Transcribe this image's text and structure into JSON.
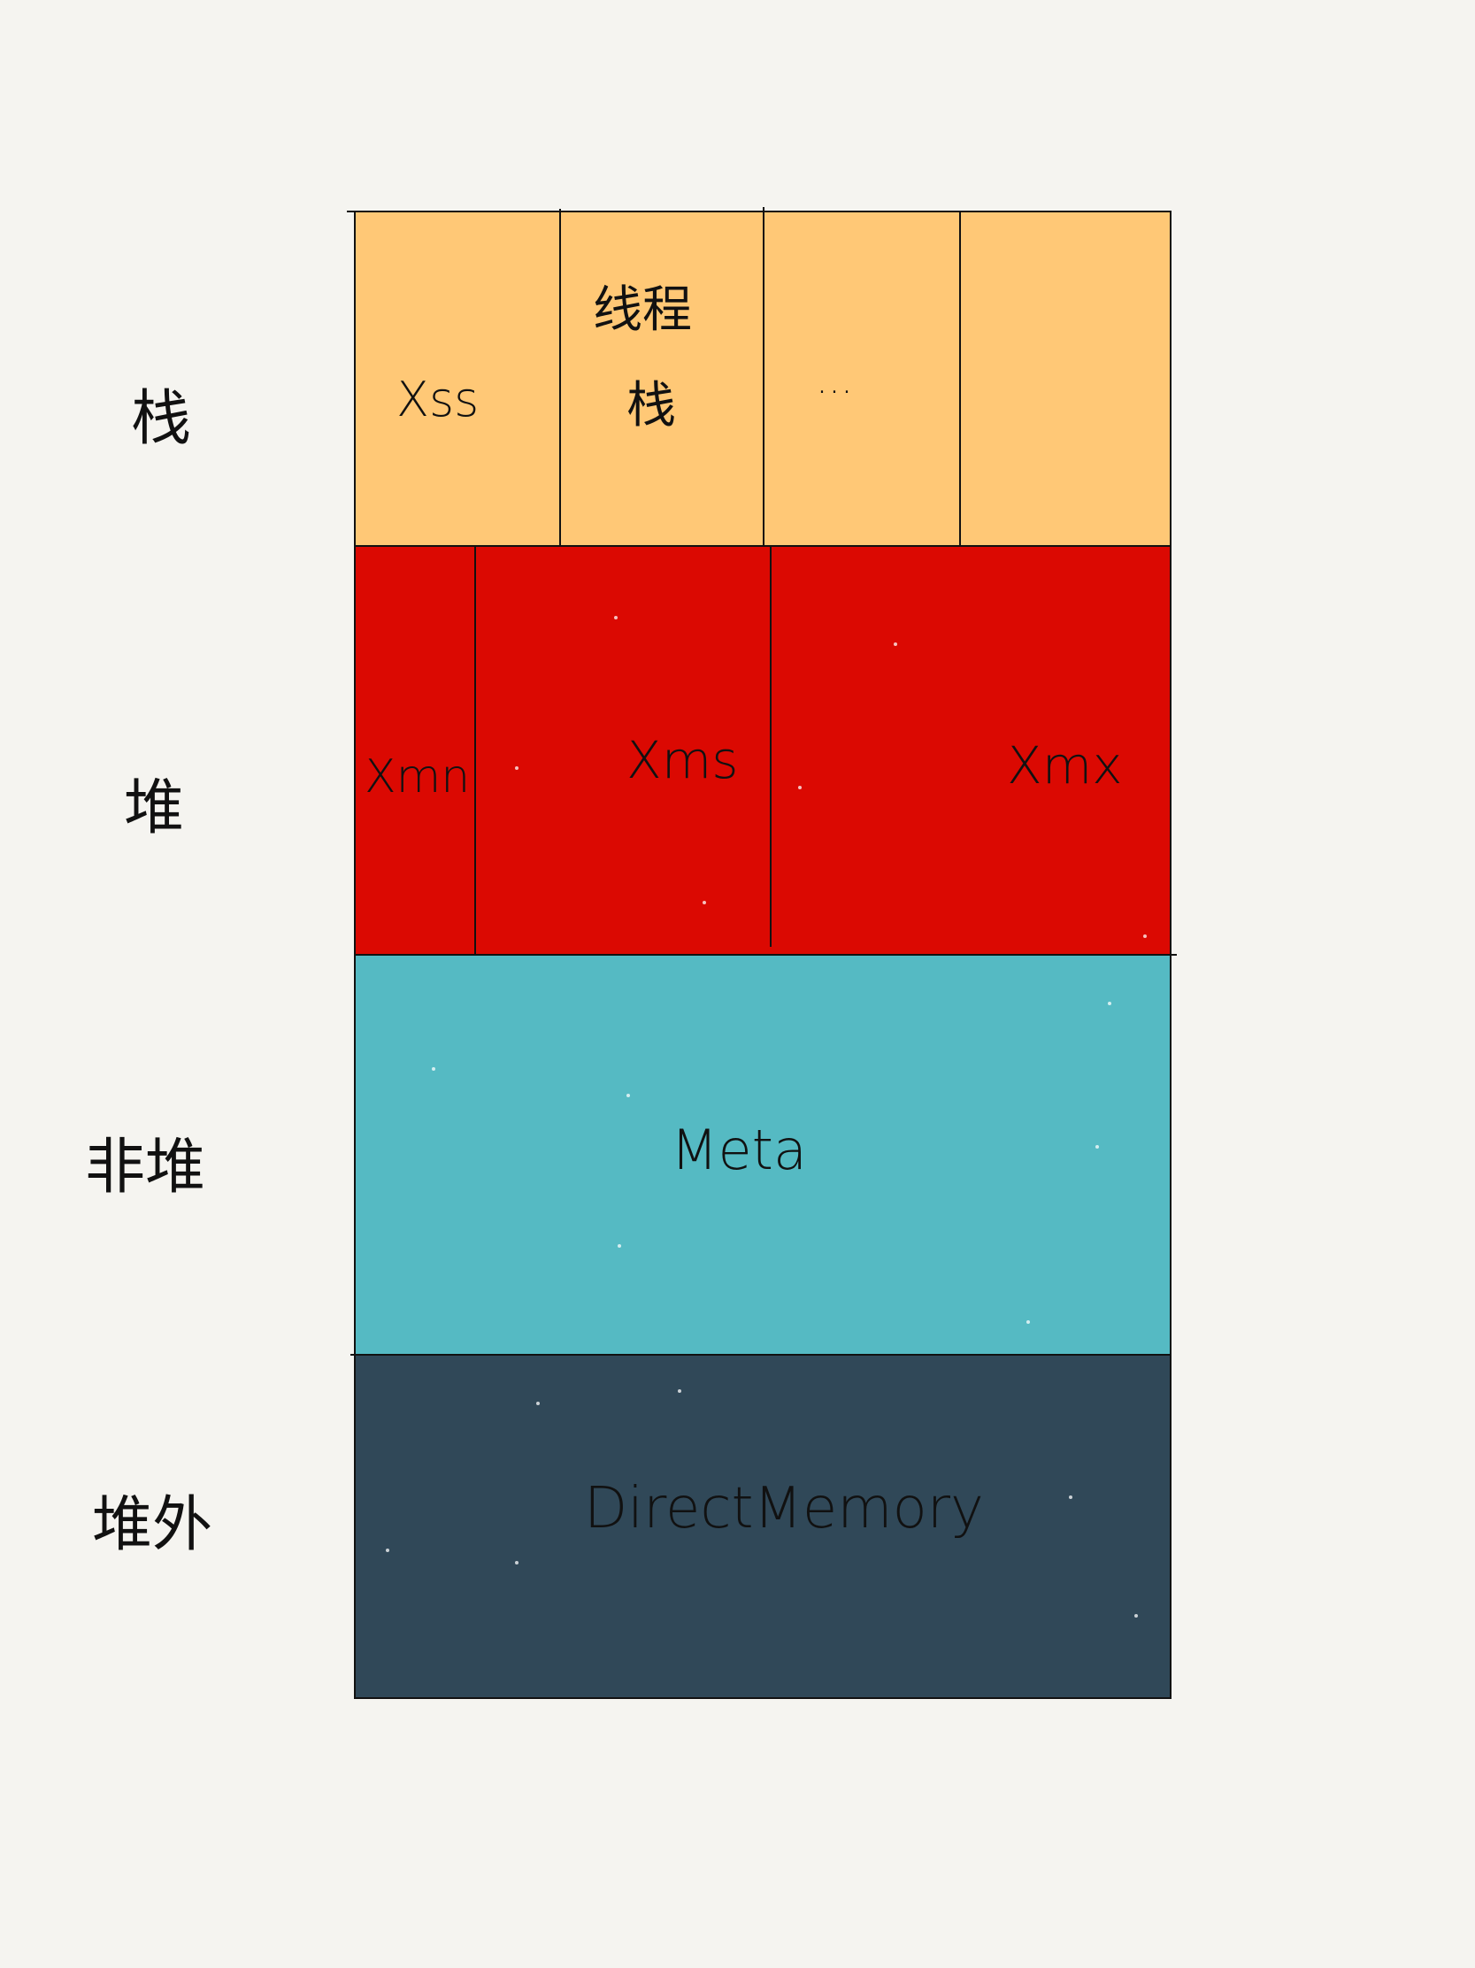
{
  "side_labels": {
    "stack": "栈",
    "heap": "堆",
    "non_heap": "非堆",
    "off_heap": "堆外"
  },
  "stack_row": {
    "cell_1": "Xss",
    "cell_2_line_1": "线程",
    "cell_2_line_2": "栈",
    "cell_3": "...",
    "cell_4": ""
  },
  "heap_row": {
    "xmn": "Xmn",
    "xms": "Xms",
    "xmx": "Xmx"
  },
  "meta_row": {
    "label": "Meta"
  },
  "direct_row": {
    "label": "DirectMemory"
  },
  "colors": {
    "background": "#f5f4f0",
    "stack": "#ffc876",
    "heap": "#db0902",
    "meta": "#55bac3",
    "direct": "#304858",
    "line": "#111111"
  }
}
